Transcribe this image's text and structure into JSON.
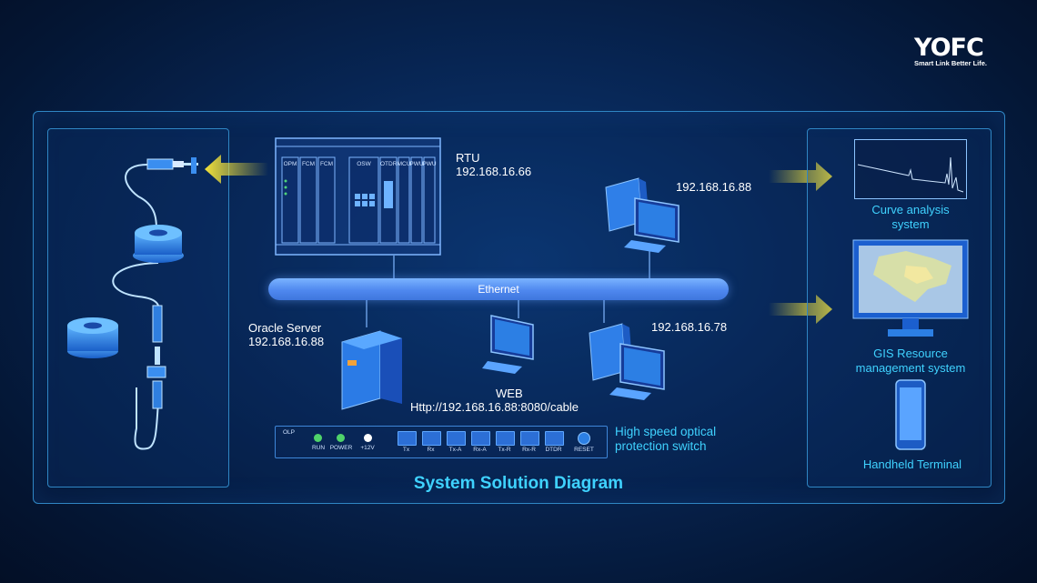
{
  "brand": {
    "logo": "YOFC",
    "tagline": "Smart Link Better Life."
  },
  "title": "System Solution Diagram",
  "rtu": {
    "name": "RTU",
    "ip": "192.168.16.66",
    "slots": [
      "OPM",
      "FCM",
      "FCM",
      "OSW",
      "OTDR",
      "MCU",
      "PWU",
      "PWU"
    ]
  },
  "pc_top": {
    "ip": "192.168.16.88"
  },
  "ethernet": {
    "label": "Ethernet"
  },
  "oracle": {
    "name": "Oracle Server",
    "ip": "192.168.16.88"
  },
  "web": {
    "name": "WEB",
    "url": "Http://192.168.16.88:8080/cable"
  },
  "pc_right": {
    "ip": "192.168.16.78"
  },
  "olp": {
    "name": "OLP",
    "leds": [
      "RUN",
      "POWER",
      "+12V"
    ],
    "ports": [
      "Tx",
      "Rx",
      "Tx-A",
      "Rx-A",
      "Tx-R",
      "Rx-R",
      "DTDR"
    ],
    "reset": "RESET",
    "label_line1": "High speed optical",
    "label_line2": "protection switch"
  },
  "right_panel": {
    "curve_line1": "Curve analysis",
    "curve_line2": "system",
    "gis_line1": "GIS Resource",
    "gis_line2": "management system",
    "handheld": "Handheld Terminal"
  },
  "colors": {
    "accent": "#3fd2ff",
    "arrow": "#f2e23a",
    "ethernet": "#5a90f0"
  },
  "icons": [
    "fiber-connector-icon",
    "fiber-spool-icon",
    "server-tower-icon",
    "desktop-pc-icon",
    "monitor-icon",
    "tablet-icon",
    "arrow-right-icon",
    "arrow-left-icon"
  ]
}
